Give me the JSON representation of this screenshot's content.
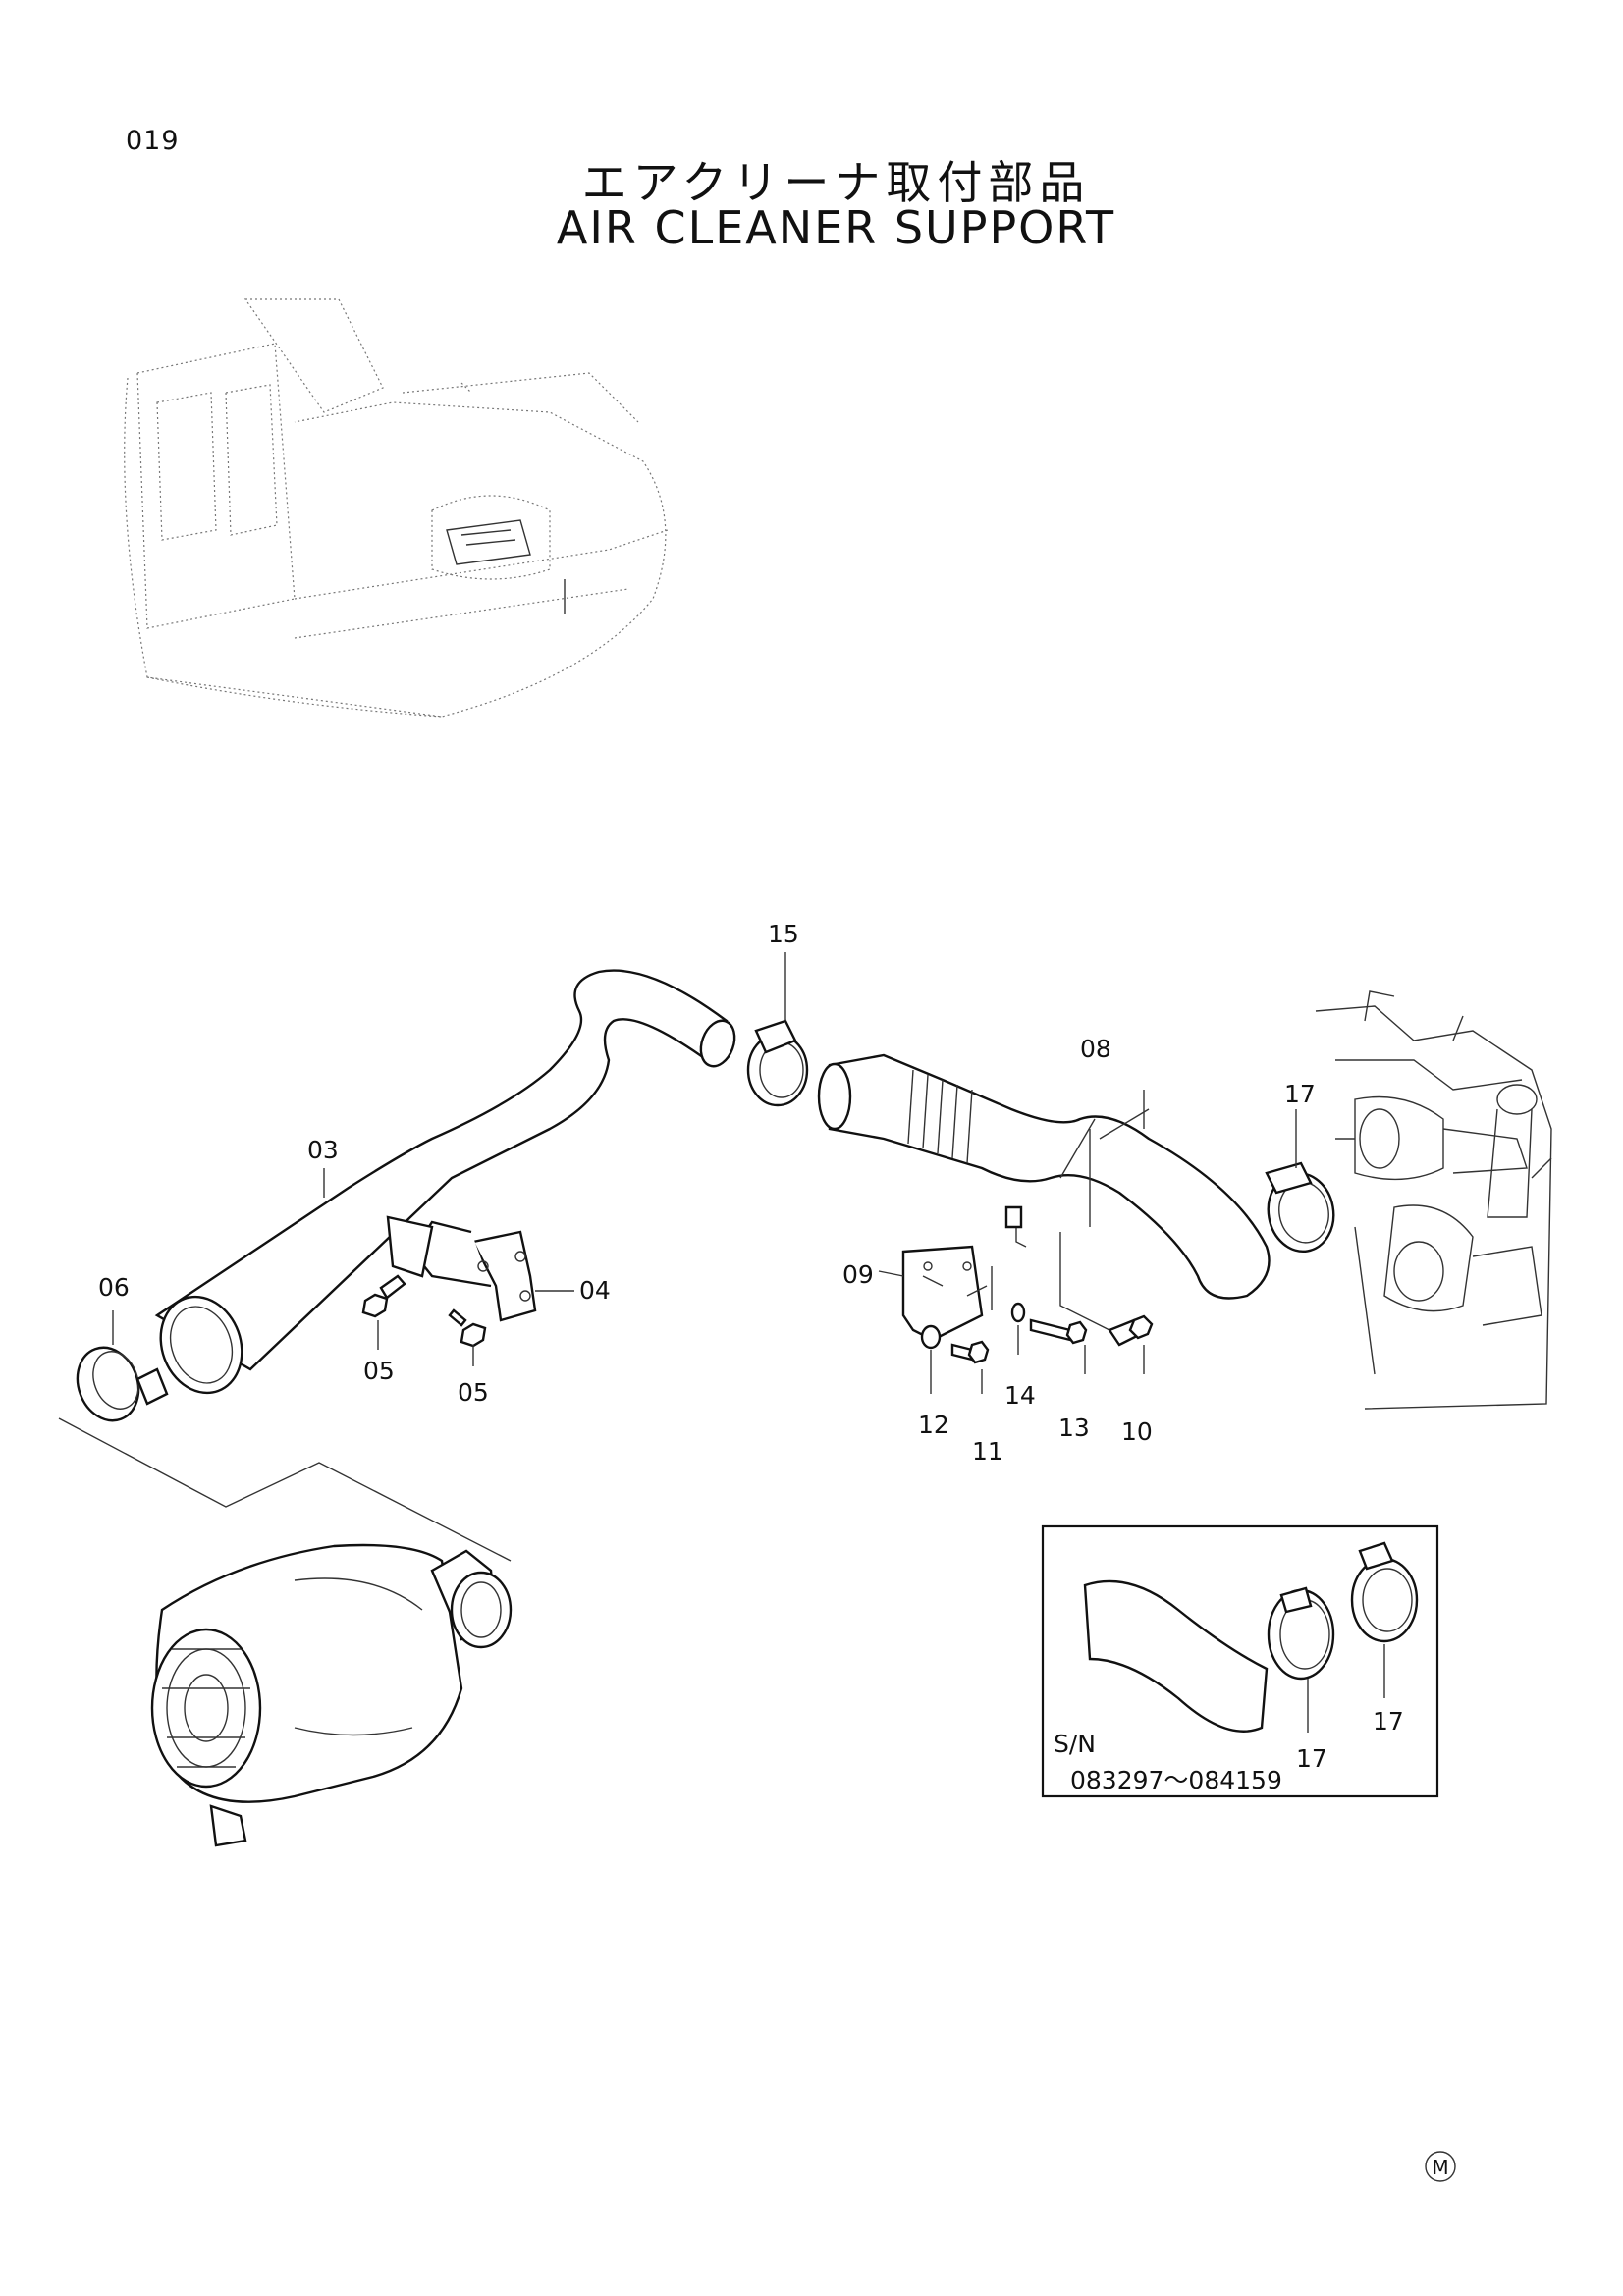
{
  "page_code": "019",
  "title_jp": "エアクリーナ取付部品",
  "title_en": "AIR CLEANER SUPPORT",
  "callouts": {
    "c03": "03",
    "c04": "04",
    "c05a": "05",
    "c05b": "05",
    "c06": "06",
    "c08": "08",
    "c09": "09",
    "c10": "10",
    "c11": "11",
    "c12": "12",
    "c13": "13",
    "c14": "14",
    "c15": "15",
    "c17": "17"
  },
  "inset": {
    "sn_label": "S/N",
    "sn_range": "083297～084159",
    "c17a": "17",
    "c17b": "17"
  },
  "mark": "M"
}
